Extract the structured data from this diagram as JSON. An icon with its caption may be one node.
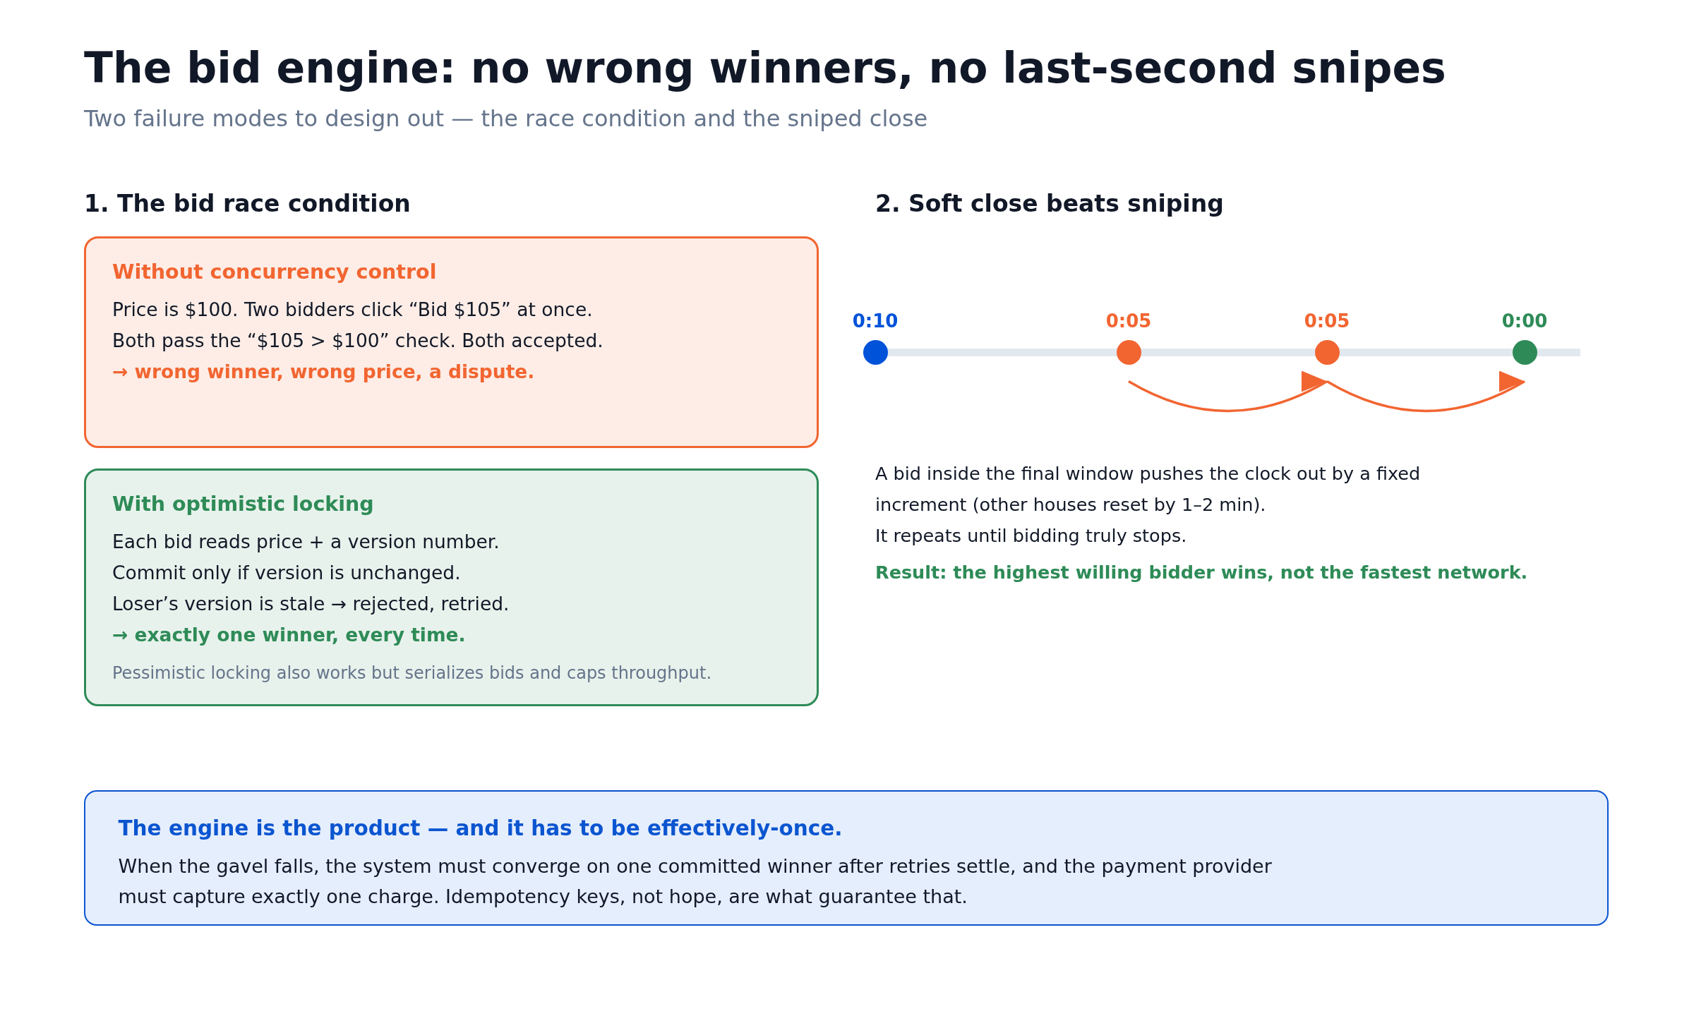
{
  "diagram": {
    "title": "The bid engine: no wrong winners, no last-second snipes",
    "nodes": [
      {
        "text": [
          "Without concurrency control",
          "Price is $100. Two bidders click “Bid $105” at once.",
          "Both pass the “$105 > $100” check. Both accepted.",
          "→ wrong winner, wrong price, a dispute."
        ]
      },
      {
        "text": [
          "With optimistic locking",
          "Each bid reads price + a version number.",
          "Commit only if version is unchanged.",
          "Loser’s version is stale → rejected, retried.",
          "→ exactly one winner, every time.",
          "Pessimistic locking also works but serializes bids and caps throughput."
        ]
      },
      {
        "text": [
          "0:10"
        ]
      },
      {
        "text": [
          "0:05"
        ]
      },
      {
        "text": [
          "0:05"
        ]
      },
      {
        "text": [
          "0:00"
        ]
      },
      {
        "text": [
          "The engine is the product — and it has to be effectively-once.",
          "When the gavel falls, the system must converge on one committed winner after retries settle, and the payment provider must capture exactly one charge. Idempotency keys, not hope, are what guarantee that."
        ]
      }
    ],
    "edges": [
      {
        "from": 3,
        "to": 4,
        "arrow": "to"
      },
      {
        "from": 4,
        "to": 5,
        "arrow": "to"
      }
    ],
    "labels": [
      "Two failure modes to design out — the race condition and the sniped close",
      "1. The bid race condition",
      "2. Soft close beats sniping",
      "A bid inside the final window pushes the clock out by a fixed increment (other houses reset by 1–2 min).",
      "It repeats until bidding truly stops.",
      "Result: the highest willing bidder wins, not the fastest network."
    ]
  }
}
